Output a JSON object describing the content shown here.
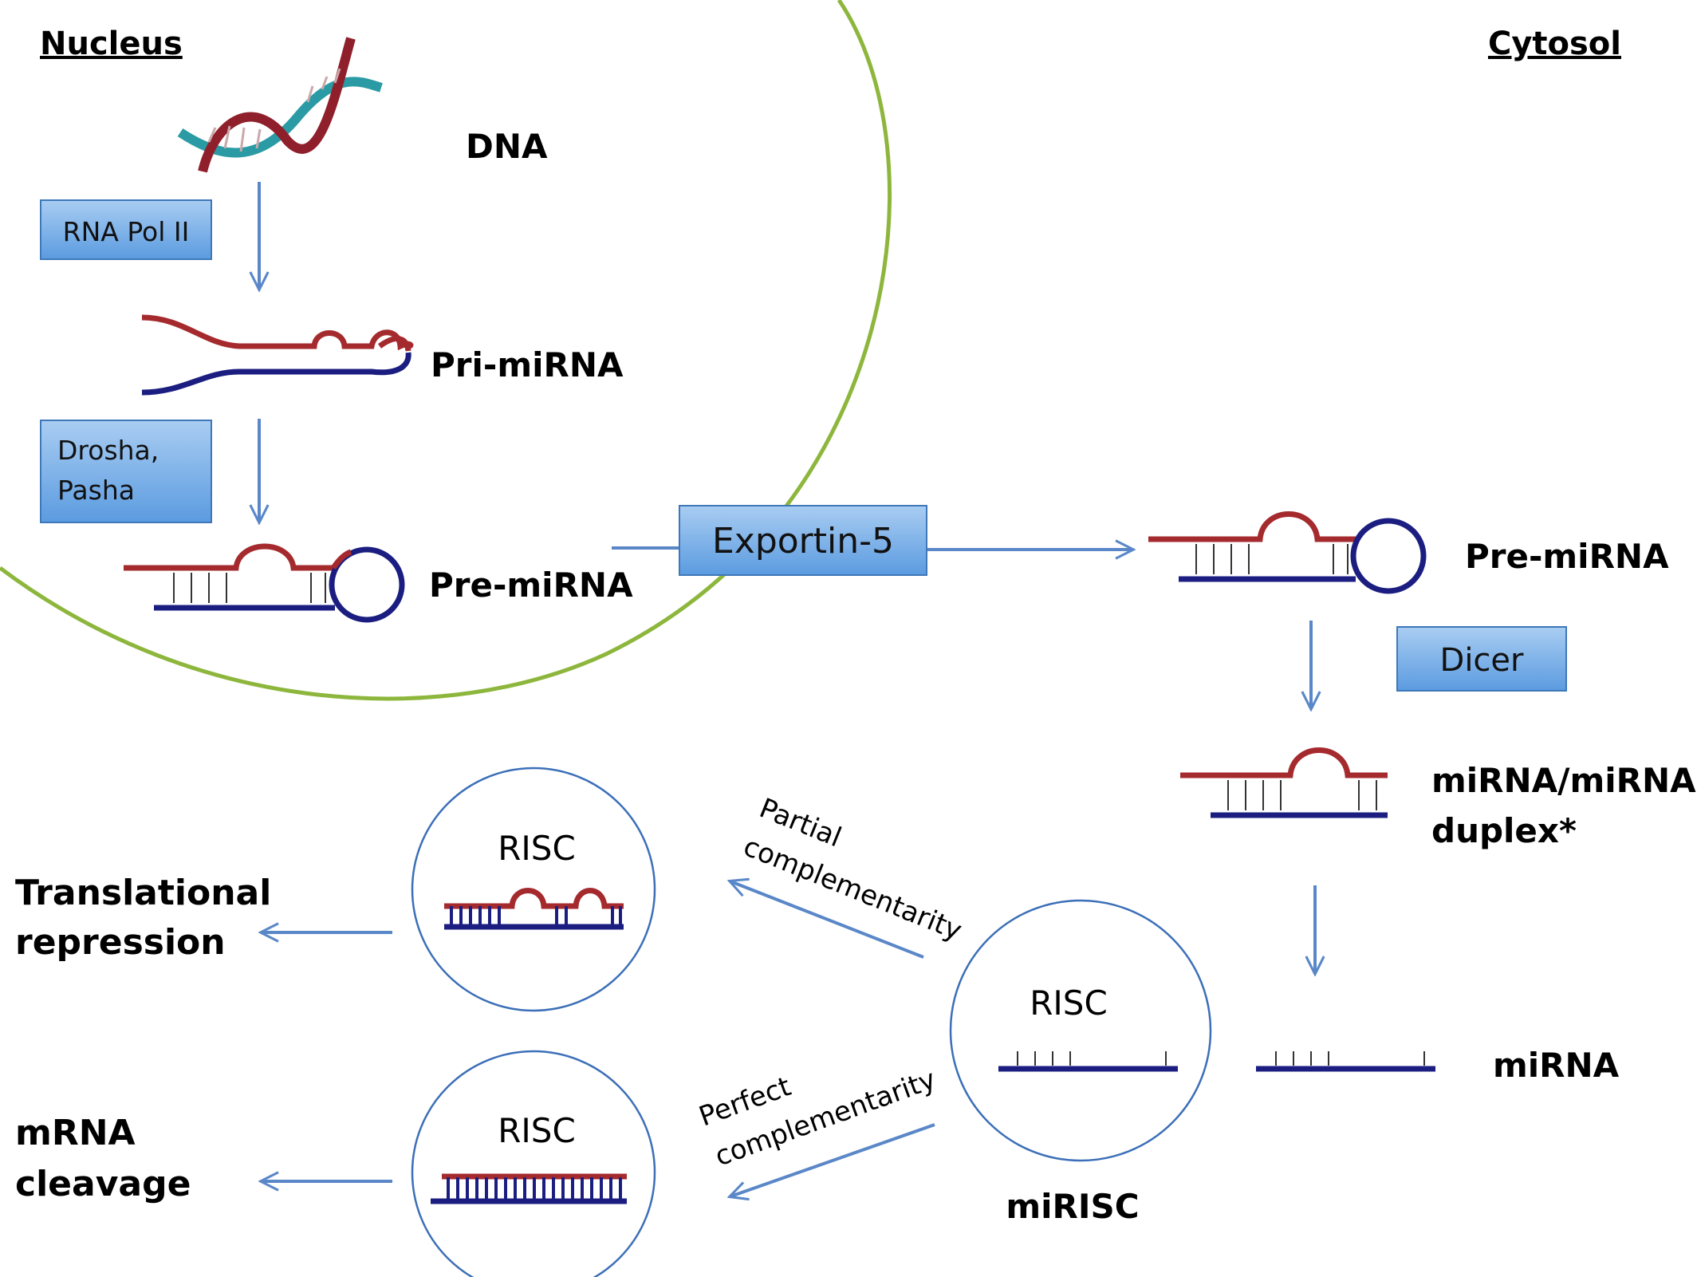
{
  "regions": {
    "nucleus": "Nucleus",
    "cytosol": "Cytosol"
  },
  "stages": {
    "dna": "DNA",
    "pri_mirna": "Pri-miRNA",
    "pre_mirna_nucleus": "Pre-miRNA",
    "pre_mirna_cytosol": "Pre-miRNA",
    "duplex_line1": "miRNA/miRNA",
    "duplex_line2": "duplex*",
    "mirna": "miRNA",
    "mirisc": "miRISC"
  },
  "enzymes": {
    "rna_pol": "RNA Pol II",
    "drosha_line1": "Drosha,",
    "drosha_line2": "Pasha",
    "exportin": "Exportin-5",
    "dicer": "Dicer"
  },
  "risc": {
    "center": "RISC",
    "upper": "RISC",
    "lower": "RISC"
  },
  "pathways": {
    "partial_line1": "Partial",
    "partial_line2": "complementarity",
    "perfect_line1": "Perfect",
    "perfect_line2": "complementarity"
  },
  "outcomes": {
    "translational_line1": "Translational",
    "translational_line2": "repression",
    "cleavage_line1": "mRNA",
    "cleavage_line2": "cleavage"
  },
  "colors": {
    "membrane": "#8db63c",
    "flow_arrow": "#5a87c8",
    "strand_red": "#a52a2e",
    "strand_blue": "#1b1e80",
    "box_fill_top": "#a9cdf2",
    "box_fill_bottom": "#5b9be0"
  },
  "icons": {
    "dna": "dna-helix-icon"
  }
}
